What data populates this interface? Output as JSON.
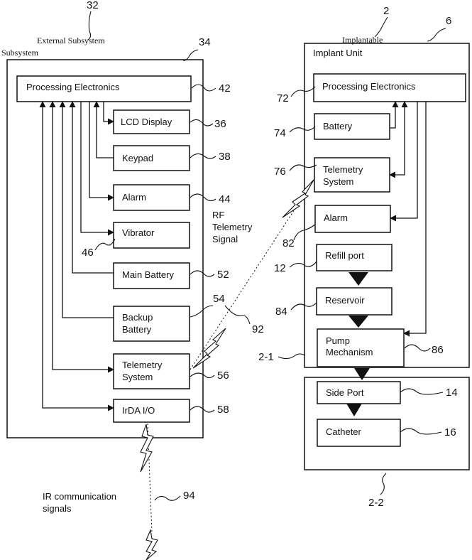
{
  "external": {
    "ref": "32",
    "title": "External Subsystem",
    "title_clipped": "Subsystem",
    "box_ref": "34",
    "blocks": {
      "processing": {
        "label": "Processing Electronics",
        "ref": "42"
      },
      "lcd": {
        "label": "LCD Display",
        "ref": "36"
      },
      "keypad": {
        "label": "Keypad",
        "ref": "38"
      },
      "alarm": {
        "label": "Alarm",
        "ref": "44"
      },
      "vibrator": {
        "label": "Vibrator",
        "ref": "46"
      },
      "main_battery": {
        "label": "Main Battery",
        "ref": "52"
      },
      "backup_battery": {
        "line1": "Backup",
        "line2": "Battery",
        "ref": "54"
      },
      "telemetry": {
        "line1": "Telemetry",
        "line2": "System",
        "ref": "56"
      },
      "irda": {
        "label": "IrDA I/O",
        "ref": "58"
      }
    }
  },
  "implant": {
    "ref": "2",
    "title": "Implantable",
    "box_ref": "6",
    "unit_label": "Implant Unit",
    "section_ref": "2-1",
    "lower_ref": "2-2",
    "blocks": {
      "processing": {
        "label": "Processing Electronics",
        "ref": "72"
      },
      "battery": {
        "label": "Battery",
        "ref": "74"
      },
      "telemetry": {
        "line1": "Telemetry",
        "line2": "System",
        "ref": "76"
      },
      "alarm": {
        "label": "Alarm",
        "ref": "82"
      },
      "refill": {
        "label": "Refill port",
        "ref": "12"
      },
      "reservoir": {
        "label": "Reservoir",
        "ref": "84"
      },
      "pump": {
        "line1": "Pump",
        "line2": "Mechanism",
        "ref": "86"
      },
      "side_port": {
        "label": "Side Port",
        "ref": "14"
      },
      "catheter": {
        "label": "Catheter",
        "ref": "16"
      }
    }
  },
  "links": {
    "rf": {
      "line1": "RF",
      "line2": "Telemetry",
      "line3": "Signal",
      "ref": "92"
    },
    "ir": {
      "line1": "IR communication",
      "line2": "signals",
      "ref": "94"
    }
  }
}
